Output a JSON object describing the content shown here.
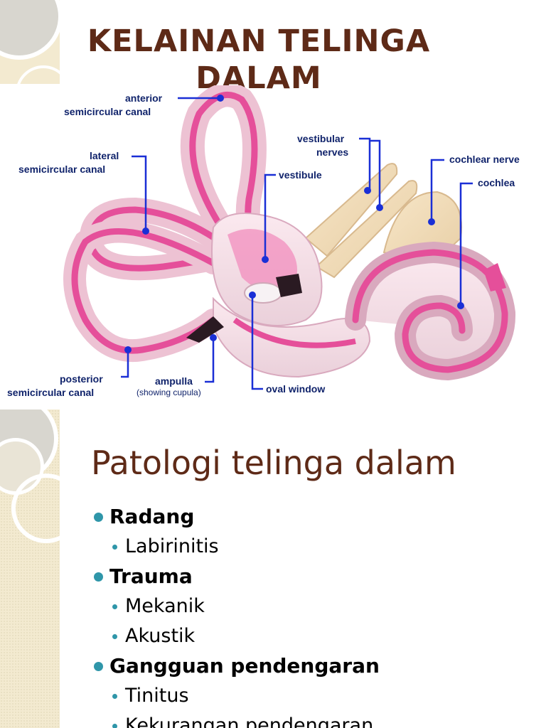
{
  "slide1": {
    "title_line1": "KELAINAN TELINGA",
    "title_line2": "DALAM",
    "labels": {
      "anterior_1": "anterior",
      "anterior_2": "semicircular canal",
      "lateral_1": "lateral",
      "lateral_2": "semicircular canal",
      "vestibular_1": "vestibular",
      "vestibular_2": "nerves",
      "vestibule": "vestibule",
      "cochlear_nerve": "cochlear nerve",
      "cochlea": "cochlea",
      "posterior_1": "posterior",
      "posterior_2": "semicircular canal",
      "ampulla_1": "ampulla",
      "ampulla_2": "(showing cupula)",
      "oval_window": "oval window"
    }
  },
  "slide2": {
    "title": "Patologi telinga dalam",
    "items": [
      {
        "label": "Radang",
        "subitems": [
          "Labirinitis"
        ]
      },
      {
        "label": "Trauma",
        "subitems": [
          "Mekanik",
          "Akustik"
        ]
      },
      {
        "label": "Gangguan pendengaran",
        "subitems": [
          "Tinitus",
          "Kekurangan pendengaran"
        ]
      }
    ]
  },
  "colors": {
    "title": "#5e2a17",
    "bullet": "#2f96a9",
    "label": "#10236b",
    "pointer": "#1a2fd6"
  }
}
